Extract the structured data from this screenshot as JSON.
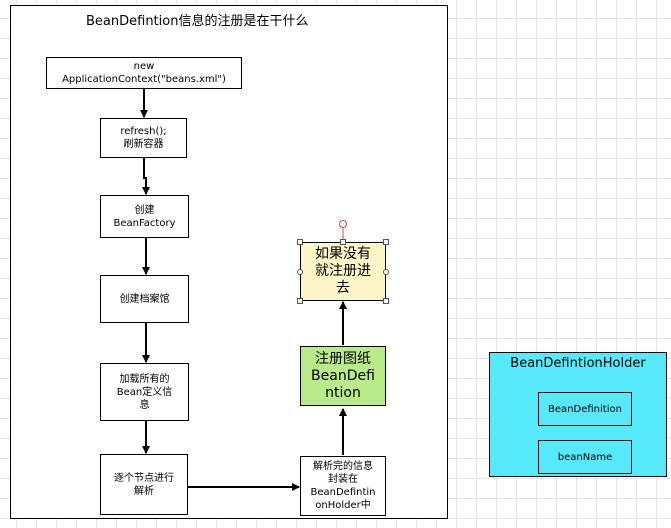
{
  "diagram": {
    "title": "BeanDefintion信息的注册是在干什么",
    "nodes": {
      "new_context": "new\nApplicationContext(\"beans.xml\")",
      "refresh": "refresh();\n刷新容器",
      "create_factory": "创建\nBeanFactory",
      "create_archive": "创建档案馆",
      "load_defs": "加载所有的\nBean定义信\n息",
      "parse_nodes": "逐个节点进行\n解析",
      "wrap_holder": "解析完的信息\n封装在\nBeanDefintin\nonHolder中",
      "register": "注册图纸\nBeanDefi\nntion",
      "if_absent": "如果没有\n就注册进\n去"
    },
    "holder": {
      "title": "BeanDefintionHolder",
      "field_definition": "BeanDefinition",
      "field_name": "beanName"
    }
  },
  "colors": {
    "register_fill": "#b9ec88",
    "if_absent_fill": "#fef6c6",
    "holder_fill": "#55e9f9",
    "grid": "#e6e6e6"
  }
}
